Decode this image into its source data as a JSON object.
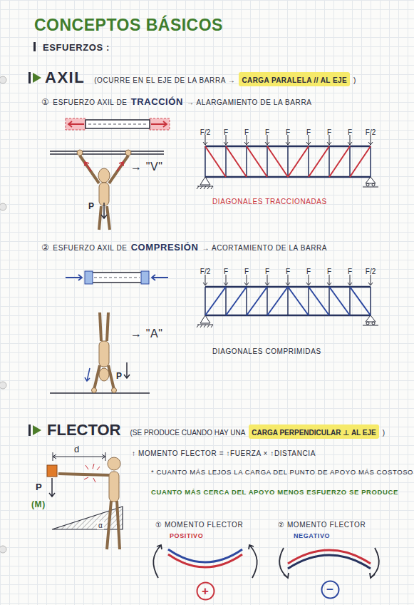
{
  "diagram": {
    "title": "CONCEPTOS BÁSICOS",
    "nodes": [
      {
        "text": [
          "CARGA PARALELA // AL EJE"
        ]
      },
      {
        "text": [
          "CARGA PERPENDICULAR ⊥ AL EJE"
        ]
      },
      {
        "text": [
          "+"
        ]
      },
      {
        "text": [
          "−"
        ]
      }
    ],
    "labels": [
      "ESFUERZOS :",
      "AXIL",
      "(OCURRE EN EL EJE DE LA BARRA →",
      ")",
      "①",
      "ESFUERZO AXIL DE",
      "TRACCIÓN",
      "→ ALARGAMIENTO DE LA BARRA",
      "F/2",
      "F",
      "F",
      "F",
      "F",
      "F",
      "F",
      "F",
      "F/2",
      "DIAGONALES TRACCIONADAS",
      "→ \"V\"",
      "P",
      "②",
      "ESFUERZO AXIL DE",
      "COMPRESIÓN",
      "→ ACORTAMIENTO DE LA BARRA",
      "F/2",
      "F",
      "F",
      "F",
      "F",
      "F",
      "F",
      "F",
      "F/2",
      "DIAGONALES COMPRIMIDAS",
      "→ \"A\"",
      "P",
      "FLECTOR",
      "(SE PRODUCE CUANDO HAY UNA",
      ")",
      "d",
      "P",
      "(M)",
      "α",
      "↑ MOMENTO FLECTOR = ↑FUERZA × ↑DISTANCIA",
      "* CUANTO MÁS LEJOS LA CARGA DEL PUNTO DE APOYO MÁS COSTOSO",
      "CUANTO MÁS CERCA DEL APOYO MENOS ESFUERZO SE PRODUCE",
      "① MOMENTO FLECTOR",
      "POSITIVO",
      "② MOMENTO FLECTOR",
      "NEGATIVO"
    ]
  }
}
